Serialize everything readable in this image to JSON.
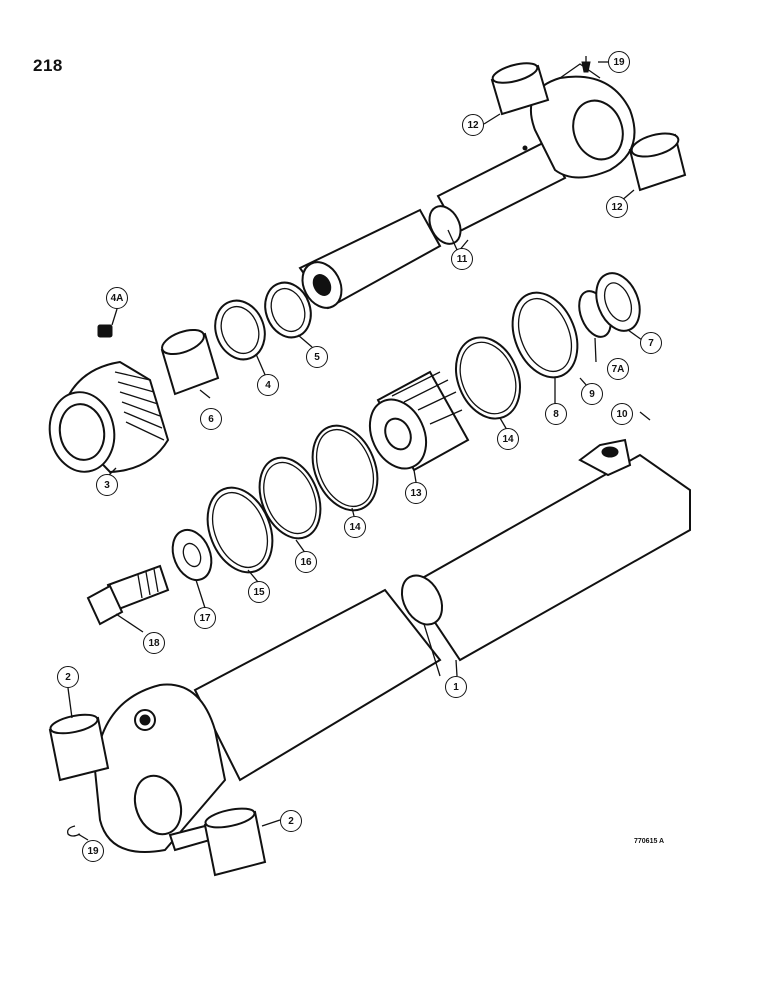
{
  "page_number": "218",
  "figure_code": "770615 A",
  "callouts": [
    "19",
    "12",
    "12",
    "11",
    "4A",
    "5",
    "4",
    "6",
    "3",
    "7",
    "7A",
    "9",
    "8",
    "14",
    "10",
    "13",
    "14",
    "16",
    "15",
    "17",
    "18",
    "1",
    "2",
    "2",
    "19"
  ]
}
